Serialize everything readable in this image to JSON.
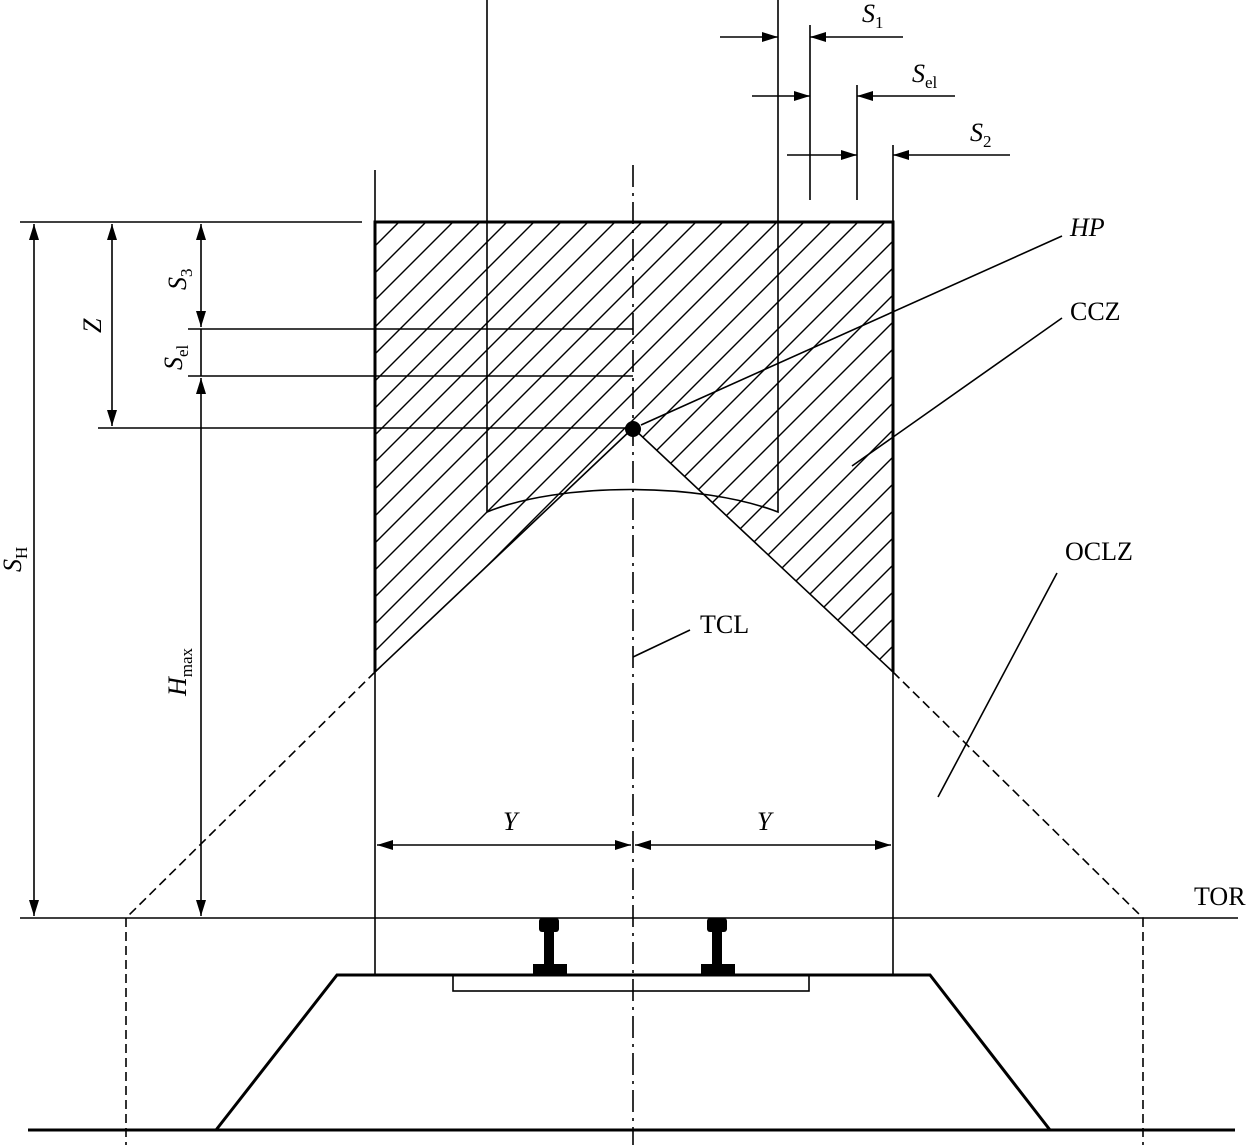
{
  "diagram": {
    "labels": {
      "s1": "S",
      "s1_sub": "1",
      "sel_top": "S",
      "sel_top_sub": "el",
      "s2": "S",
      "s2_sub": "2",
      "hp": "HP",
      "ccz": "CCZ",
      "oclz": "OCLZ",
      "tcl": "TCL",
      "tor": "TOR",
      "y_left": "Y",
      "y_right": "Y",
      "s3": "S",
      "s3_sub": "3",
      "z": "Z",
      "sel_left": "S",
      "sel_left_sub": "el",
      "sh": "S",
      "sh_sub": "H",
      "hmax": "H",
      "hmax_sub": "max"
    }
  }
}
